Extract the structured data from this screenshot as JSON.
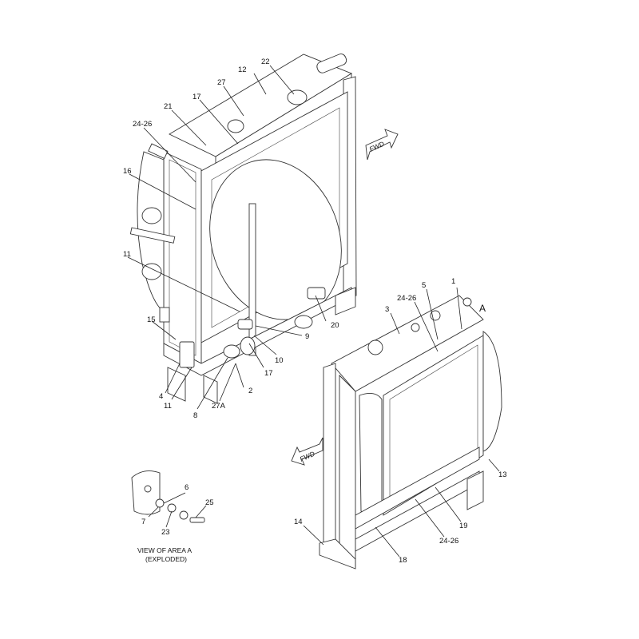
{
  "labels": {
    "c22": "22",
    "c12": "12",
    "c27": "27",
    "c17a": "17",
    "c21": "21",
    "c24_26a": "24-26",
    "c16": "16",
    "c11a": "11",
    "c15": "15",
    "c4": "4",
    "c11b": "11",
    "c8": "8",
    "c27A": "27A",
    "c2": "2",
    "c17b": "17",
    "c10": "10",
    "c9": "9",
    "c20": "20",
    "c1": "1",
    "c5": "5",
    "c24_26b": "24-26",
    "c3": "3",
    "cA": "A",
    "c13": "13",
    "c19": "19",
    "c24_26c": "24-26",
    "c18": "18",
    "c14": "14",
    "c6": "6",
    "c25": "25",
    "c7": "7",
    "c23": "23"
  },
  "fwd_arrows": {
    "top": "FWD",
    "bottom": "FWD"
  },
  "caption": {
    "line1": "VIEW OF AREA A",
    "line2": "(EXPLODED)"
  }
}
